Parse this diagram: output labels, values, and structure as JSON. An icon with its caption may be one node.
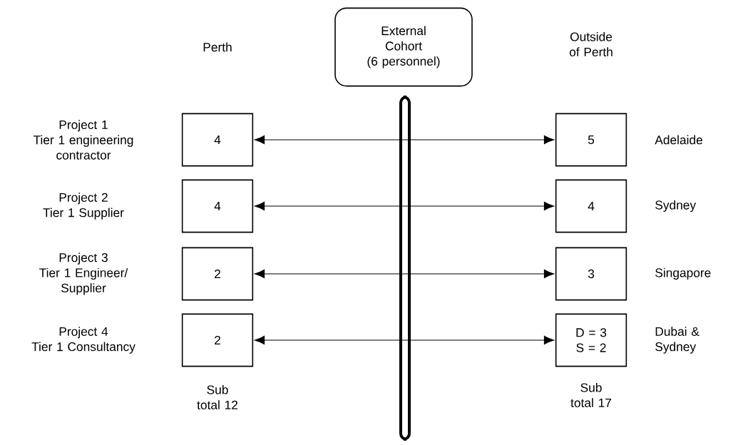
{
  "diagram": {
    "nodes": [
      {
        "text": [
          "External Cohort",
          "(6 personnel)"
        ]
      },
      {
        "text": [],
        "shape": "bar"
      },
      {
        "text": [
          "4"
        ],
        "beside": [
          "Project 1",
          "Tier 1 engineering contractor"
        ]
      },
      {
        "text": [
          "4"
        ],
        "beside": [
          "Project 2",
          "Tier 1 Supplier"
        ]
      },
      {
        "text": [
          "2"
        ],
        "beside": [
          "Project 3",
          "Tier 1 Engineer/ Supplier"
        ]
      },
      {
        "text": [
          "2"
        ],
        "beside": [
          "Project 4",
          "Tier 1 Consultancy"
        ]
      },
      {
        "text": [
          "5"
        ],
        "beside": [
          "Adelaide"
        ]
      },
      {
        "text": [
          "4"
        ],
        "beside": [
          "Sydney"
        ]
      },
      {
        "text": [
          "3"
        ],
        "beside": [
          "Singapore"
        ]
      },
      {
        "text": [
          "D = 3 S = 2"
        ],
        "beside": [
          "Dubai & Sydney"
        ]
      }
    ],
    "edges": [
      {
        "from": 2,
        "to": 6,
        "arrow": "both"
      },
      {
        "from": 3,
        "to": 7,
        "arrow": "both"
      },
      {
        "from": 4,
        "to": 8,
        "arrow": "both"
      },
      {
        "from": 5,
        "to": 9,
        "arrow": "both"
      }
    ],
    "labels": [
      "Perth",
      "Outside of Perth",
      "Sub total 12",
      "Sub total 17"
    ]
  }
}
